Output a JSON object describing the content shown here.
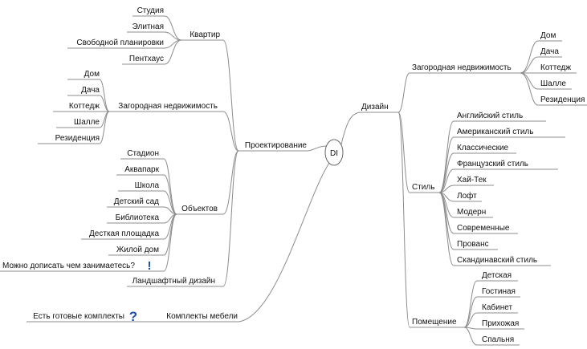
{
  "root": {
    "label": "DI"
  },
  "colors": {
    "line": "#8c8c8c",
    "text": "#111111",
    "question_icon": "#1f4fa8",
    "hint_icon": "#1f4fa8"
  },
  "left": {
    "project": {
      "label": "Проектирование",
      "apartments": {
        "label": "Квартир",
        "items": [
          "Студия",
          "Элитная",
          "Свободной планировки",
          "Пентхаус"
        ]
      },
      "country": {
        "label": "Загородная недвижимость",
        "items": [
          "Дом",
          "Дача",
          "Коттедж",
          "Шалле",
          "Резиденция"
        ]
      },
      "objects": {
        "label": "Объектов",
        "items": [
          "Стадион",
          "Аквапарк",
          "Школа",
          "Детский сад",
          "Библиотека",
          "Десткая площадка",
          "Жилой дом",
          "Можно дописать чем занимаетесь?"
        ]
      },
      "landscape": {
        "label": "Ландшафтный дизайн"
      }
    },
    "furniture": {
      "label": "Комплекты мебели",
      "ready": {
        "label": "Есть готовые комплекты"
      }
    }
  },
  "right": {
    "design": {
      "label": "Дизайн",
      "country": {
        "label": "Загородная недвижимость",
        "items": [
          "Дом",
          "Дача",
          "Коттедж",
          "Шалле",
          "Резиденция"
        ]
      },
      "style": {
        "label": "Стиль",
        "items": [
          "Английский стиль",
          "Американский стиль",
          "Классические",
          "Французский стиль",
          "Хай-Тек",
          "Лофт",
          "Модерн",
          "Современные",
          "Прованс",
          "Скандинавский стиль"
        ]
      },
      "room": {
        "label": "Помещение",
        "items": [
          "Детская",
          "Гостиная",
          "Кабинет",
          "Прихожая",
          "Спальня"
        ]
      }
    }
  },
  "icons": {
    "question": {
      "name": "question-icon",
      "glyph": "?"
    },
    "hint": {
      "name": "exclamation-icon",
      "glyph": "!"
    }
  }
}
